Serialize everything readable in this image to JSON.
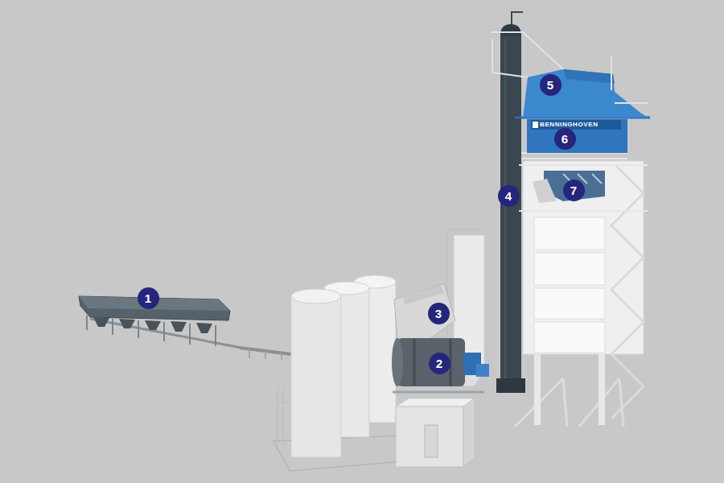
{
  "diagram": {
    "nodes": [
      {
        "text": [
          "1"
        ]
      },
      {
        "text": [
          "2"
        ]
      },
      {
        "text": [
          "3"
        ]
      },
      {
        "text": [
          "4"
        ]
      },
      {
        "text": [
          "5"
        ]
      },
      {
        "text": [
          "6"
        ]
      },
      {
        "text": [
          "7"
        ]
      }
    ],
    "labels": [
      "BENNINGHOVEN"
    ]
  }
}
